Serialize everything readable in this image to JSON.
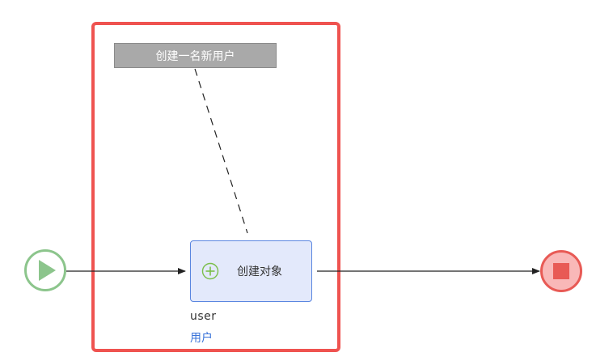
{
  "annotation": {
    "text": "创建一名新用户"
  },
  "activity": {
    "label": "创建对象",
    "icon": "add-circle-icon"
  },
  "variable": {
    "name": "user",
    "caption": "用户"
  },
  "start_event": {
    "icon": "play-icon"
  },
  "end_event": {
    "icon": "stop-icon"
  },
  "colors": {
    "start": "#8cc58c",
    "start_fill": "#ffffff",
    "end": "#e85a55",
    "end_fill": "#f9b8b8",
    "selection": "#ef5350",
    "activity_fill": "#e3e9fb",
    "activity_border": "#5a86e0",
    "annotation_fill": "#a9a9a9",
    "plus_icon": "#7bbf4a",
    "caption": "#3a73d9"
  }
}
